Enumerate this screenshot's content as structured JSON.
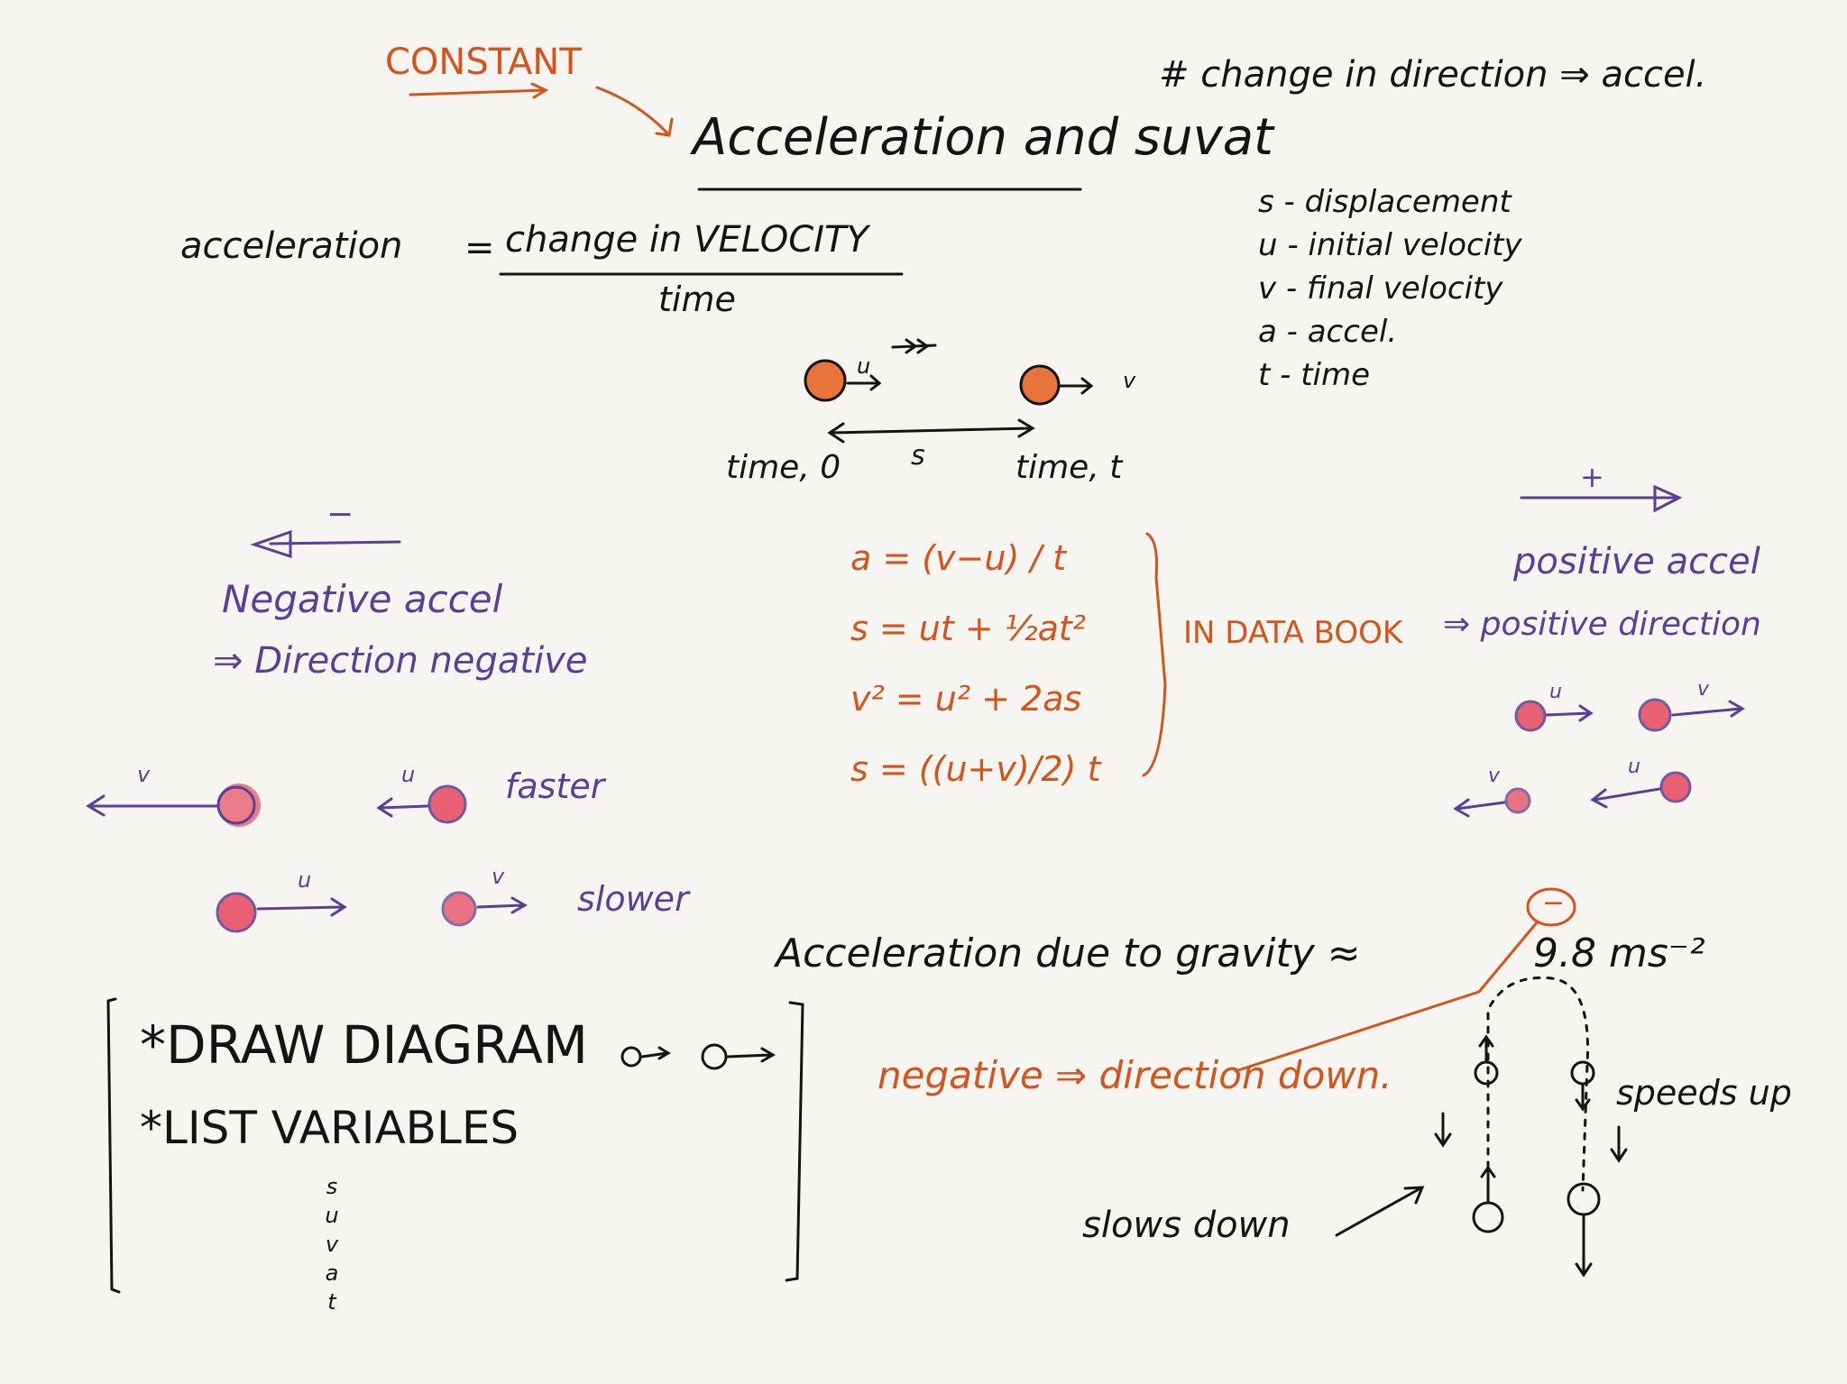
{
  "notes": {
    "constant_label": "CONSTANT",
    "title": "Acceleration and suvat",
    "direction_note": "# change in direction ⇒ accel.",
    "accel_def": {
      "lhs": "acceleration",
      "equals": "=",
      "numerator": "change in VELOCITY",
      "denominator": "time"
    },
    "variables": [
      "s - displacement",
      "u - initial velocity",
      "v - final velocity",
      "a - accel.",
      "t - time"
    ],
    "diagram": {
      "start_label": "time, 0",
      "end_label": "time, t",
      "distance_label": "s",
      "u_label": "u",
      "v_label": "v"
    },
    "negative": {
      "sign": "−",
      "line1": "Negative accel",
      "line2": "⇒ Direction negative",
      "faster": "faster",
      "slower": "slower",
      "u": "u",
      "v": "v"
    },
    "positive": {
      "sign": "+",
      "line1": "positive accel",
      "line2": "⇒ positive direction",
      "u": "u",
      "v": "v"
    },
    "equations": [
      "a = (v−u) / t",
      "s = ut + ½at²",
      "v² = u² + 2as",
      "s = ((u+v)/2) t"
    ],
    "data_book": "IN DATA BOOK",
    "gravity": {
      "text": "Acceleration due to gravity ≈",
      "value": "9.8 ms⁻²",
      "sign": "−",
      "note": "negative ⇒ direction down.",
      "slows": "slows down",
      "speeds": "speeds up"
    },
    "checklist": {
      "item1": "*DRAW DIAGRAM",
      "item2": "*LIST VARIABLES",
      "vars": [
        "s",
        "u",
        "v",
        "a",
        "t"
      ]
    }
  },
  "colors": {
    "ink": "#141414",
    "orange": "#d4541c",
    "purple": "#5a3f96",
    "ball": "#e8743a",
    "pink": "#e8475e"
  }
}
